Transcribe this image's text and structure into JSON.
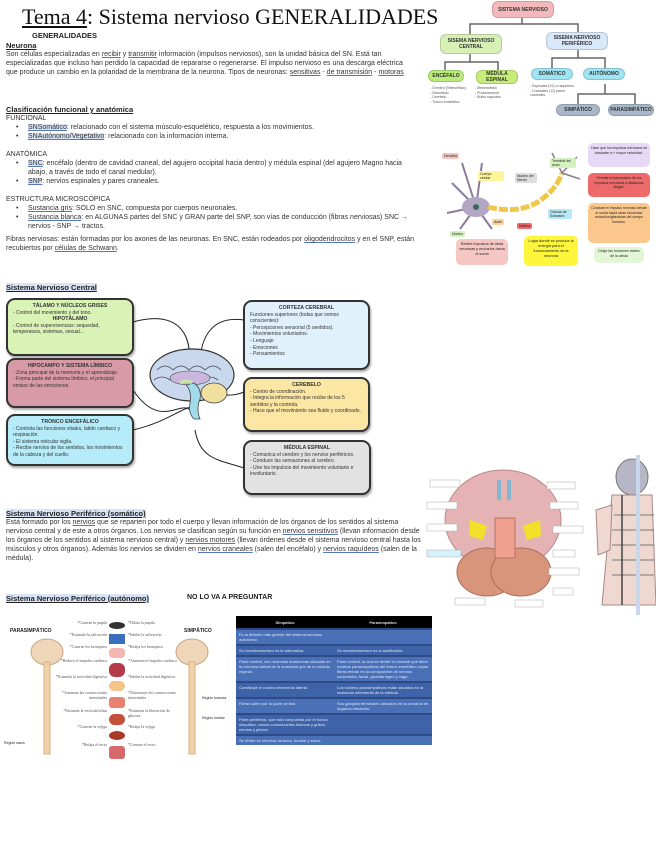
{
  "title": {
    "prefix": "Tema 4",
    "rest": ": Sistema nervioso GENERALIDADES"
  },
  "generalidades": "GENERALIDADES",
  "neurona": {
    "heading": "Neurona",
    "text1": "Son células especializadas en ",
    "link1": "recibir",
    "text2": " y ",
    "link2": "transmitir",
    "text3": " información (impulsos nerviosos), son la unidad básica del SN. Está tan especializadas que incluso han perdido la capacidad de repararse o regenerarse. El impulso nervioso es una descarga eléctrica que produce un cambio en la polaridad de la membrana de la neurona. Tipos de neuronas: ",
    "types": [
      "sensitivas",
      "de transmisión",
      "motoras"
    ],
    "sep": " - "
  },
  "clasificacion": {
    "heading": "Clasificación funcional y anatómica",
    "funcional_label": "FUNCIONAL",
    "funcional": [
      {
        "term": "SNSomático",
        "desc": ": relacionado con el sistema músculo-esquelético, respuesta a los movimientos."
      },
      {
        "term": "SNAutónomo/Vegetativo",
        "desc": ": relacionado con la información interna."
      }
    ],
    "anatomica_label": "ANATÓMICA",
    "anatomica": [
      {
        "term": "SNC",
        "desc": ": encéfalo (dentro de cavidad craneal, del agujero occipital hacia dentro) y médula espinal (del agujero Magno hacia abajo, a través de todo el canal medular)."
      },
      {
        "term": "SNP",
        "desc": ": nervios espinales y pares craneales."
      }
    ],
    "micro_label": "ESTRUCTURA MICROSCÓPICA",
    "micro": [
      {
        "term": "Sustancia gris",
        "desc": ": SOLO en SNC, compuesta por cuerpos neuronales."
      },
      {
        "term": "Sustancia blanca",
        "desc": ": en ALGUNAS partes del SNC y GRAN parte del SNP, son vías de conducción (fibras nerviosas) SNC → nervios - SNP → tractos."
      }
    ],
    "fibras_text1": "Fibras nerviosas: están formadas por los axones de las neuronas. En SNC, están rodeados por ",
    "fibras_link1": "oligodendrocitos",
    "fibras_text2": " y en el SNP, están recubiertos por ",
    "fibras_link2": "células de Schwann",
    "fibras_text3": "."
  },
  "snc": {
    "heading": "Sistema Nervioso Central",
    "boxes": {
      "talamo": {
        "title": "TÁLAMO Y NÚCLEOS GRISES",
        "lines": [
          "- Control del movimiento y del tono."
        ],
        "title2": "HIPOTÁLAMO",
        "lines2": [
          "- Control de supervivencias: sequedad, temperatura, sistemas, sexual..."
        ]
      },
      "hipocampo": {
        "title": "HIPOCAMPO Y SISTEMA LÍMBICO",
        "lines": [
          "- Zona principal de la memoria y el aprendizaje.",
          "- Forma parte del sistema límbico, el principal emisor de las emociones."
        ]
      },
      "tronco": {
        "title": "TRONCO ENCEFÁLICO",
        "lines": [
          "- Controla las funciones vitales, latido cardiaco y respiración.",
          "- El sistema reticular vigila.",
          "- Recibe nervios de los sentidos, los movimientos de la cabeza y del cuello."
        ]
      },
      "corteza": {
        "title": "CORTEZA CEREBRAL",
        "lines": [
          "Funciones superiores (todas que somos conscientes):",
          "- Percepciones sensorial (5 sentidos).",
          "- Movimientos voluntarios.",
          "- Lenguaje",
          "- Emociones",
          "- Pensamientos"
        ]
      },
      "cerebelo": {
        "title": "CEREBELO",
        "lines": [
          "- Centro de coordinación.",
          "- Integra la información que recibe de los 5 sentidos y la controla.",
          "- Hace que el movimiento sea fluido y coordinado."
        ]
      },
      "medula": {
        "title": "MÉDULA ESPINAL",
        "lines": [
          "- Comunica el cerebro y los nervios periféricos.",
          "- Conduce las sensaciones al cerebro.",
          "- Une los impulsos del movimiento voluntario e involuntario."
        ]
      }
    }
  },
  "snp_somatico": {
    "heading": "Sistema Nervioso Periférico (somático)",
    "t1": "Está formado por los ",
    "l1": "nervios",
    "t2": " que se reparten por todo el cuerpo y llevan información de los órganos de los sentidos al sistema nervioso central y de este a otros órganos. Los nervios se clasifican según su función en ",
    "l2": "nervios sensitivos",
    "t3": " (llevan información desde los órganos de los sentidos al sistema nervioso central) y ",
    "l3": "nervios motores",
    "t4": " (llevan órdenes desde el sistema nervioso central hasta los músculos y otros órganos). Además los nervios se dividen en ",
    "l4": "nervios craneales",
    "t5": " (salen del encéfalo) y ",
    "l5": "nervios raquídeos",
    "t6": " (salen de la médula)."
  },
  "snp_autonomo": {
    "heading": "Sistema Nervioso Periférico (autónomo)",
    "note": "NO LO VA A PREGUNTAR"
  },
  "tree": {
    "root": "SISTEMA NERVIOSO",
    "snc": "SISEMA NERVIOSO CENTRAL",
    "snp": "SISEMA NERVIOSO PERIFÉRICO",
    "encefalo": "ENCÉFALO",
    "medula": "MÉDULA ESPINAL",
    "somatico": "SOMÁTICO",
    "autonomo": "AUTÓNOMO",
    "simpatico": "SIMPÁTICO",
    "parasimpatico": "PARASIMPÁTICO",
    "encefalo_items": [
      "- Cerebro (Telencéfalo)",
      "- Diencéfalo",
      "- Cerebelo",
      "- Tronco encefálico"
    ],
    "medula_items": [
      "- Mesencéfalo",
      "- Protuberancia",
      "- Bulbo raquídeo"
    ],
    "somatico_items": [
      "- Espinales (31) o raquídeos",
      "- Craneales (12) pares craneales"
    ]
  },
  "neuron_diagram": {
    "labels": [
      "Dendrita",
      "Cuerpo celular",
      "Núcleo del Nervio",
      "Terminal del axón",
      "Axón",
      "Mielina",
      "Células de Schwann",
      "Núcleo"
    ],
    "notes": [
      "Hace que los impulsos nerviosos se trasladen a + mayor velocidad.",
      "Permite la transmisión de los impulsos nerviosos a distancias 'largas'.",
      "Conduce el impulso nervioso desde el soma hacia otras neuronas/ músculos/glándulas del cuerpo humano.",
      "Recibe impulsos de otras neuronas y envíarlos hacia el soma",
      "Lugar donde se produce la energía para el funcionamiento de la neurona",
      "Dirige las funciones vitales de la célula"
    ]
  },
  "autonomic_figure": {
    "parasimpatico": "PARASIMPÁTICO",
    "simpatico": "SIMPÁTICO",
    "para_effects": [
      "*Contrae la pupila",
      "*Estimula la salivación",
      "*Contrae los bronquios",
      "*Reduce el impulso cardiaco",
      "*Estimula la actividad digestiva",
      "*Aumenta las contracciones intestinales",
      "*Estimula la vesícula biliar",
      "*Contrae la vejiga",
      "*Relaja el recto"
    ],
    "sim_effects": [
      "*Dilata la pupila",
      "*Inhibe la salivación",
      "*Relaja los bronquios",
      "*Aumenta el impulso cardiaco",
      "*Inhibe la actividad digestiva",
      "*Disminuye las contracciones intestinales",
      "*Estimula la liberación de glucosa",
      "*Relaja la vejiga",
      "*Contrae el recto"
    ],
    "regions": [
      "Región sacra",
      "Región torácica",
      "Región lumbar"
    ]
  },
  "table": {
    "headers": [
      "Simpático",
      "Parasimpático"
    ],
    "rows": [
      [
        "Es la división más grande del sistema nervioso autónomo.",
        ""
      ],
      [
        "Su neurotransmisor es la adrenalina.",
        "Su neurotransmisor es la acetilcolina."
      ],
      [
        "Parte central, con neuronas autónomas situadas en la columna lateral de la sustancia gris de la médula espinal.",
        "Parte central, la cual se divide en craneal que tiene núcleos parasimpáticos del tronco encefálico cuyas fibras entran en la composición de nervios oculomotor, facial, glosofaríngeo y vago."
      ],
      [
        "Constituye el núcleo intermedio lateral.",
        "Los núcleos parasimpáticos están situados en la sustancia intermedia de la médula."
      ],
      [
        "Fibras salen por la parte ventral.",
        "Sus ganglios terminales ubicados en la cercanía de órganos efectores."
      ],
      [
        "Parte periférica, que está compuesta por el tronco simpático, ramos comunicantes blancos y grises, nervios y plexos.",
        ""
      ],
      [
        "Se divide en cervical, torácico, lumbar y sacro.",
        ""
      ]
    ]
  }
}
